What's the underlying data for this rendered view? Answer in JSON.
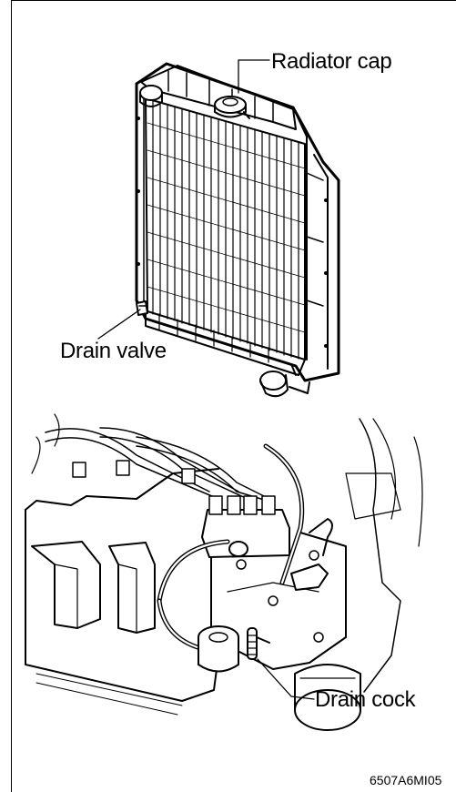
{
  "labels": {
    "radiator_cap": "Radiator cap",
    "drain_valve": "Drain valve",
    "drain_cock": "Drain cock"
  },
  "figure_code": "6507A6MI05"
}
